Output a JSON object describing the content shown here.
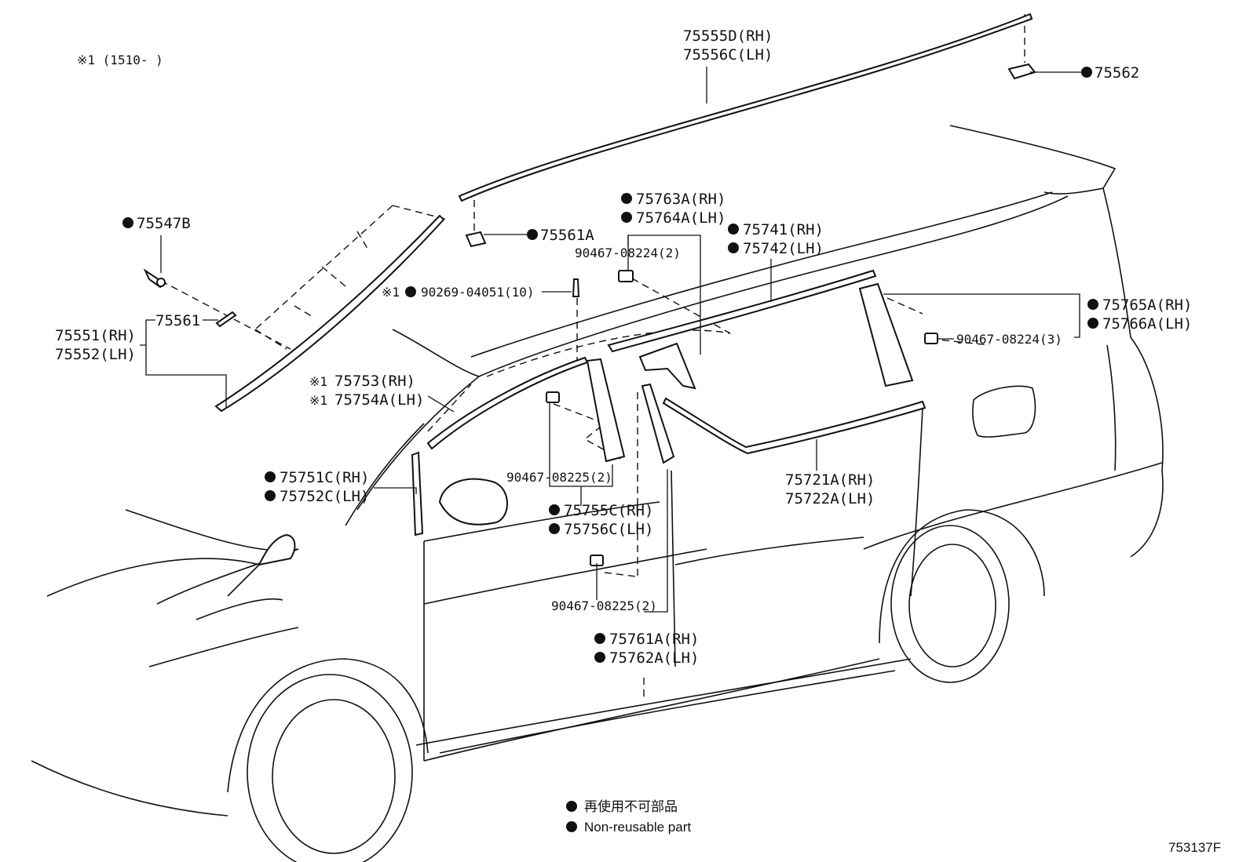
{
  "header_note": "※1 (1510-     )",
  "legend": {
    "line1": "再使用不可部品",
    "line2": "Non-reusable part"
  },
  "figure_code": "753137F",
  "labels": {
    "p75555": "75555D(RH)",
    "p75556": "75556C(LH)",
    "p75562": "75562",
    "p75547": "75547B",
    "p75561a": "75561A",
    "p75763": "75763A(RH)",
    "p75764": "75764A(LH)",
    "p90467_08224a": "90467-08224(2)",
    "p75741": "75741(RH)",
    "p75742": "75742(LH)",
    "p90269": "90269-04051(10)",
    "p75561": "75561",
    "p75551": "75551(RH)",
    "p75552": "75552(LH)",
    "p75765": "75765A(RH)",
    "p75766": "75766A(LH)",
    "p90467_08224b": "90467-08224(3)",
    "p75753": "75753(RH)",
    "p75754": "75754A(LH)",
    "p75751": "75751C(RH)",
    "p75752": "75752C(LH)",
    "p90467_08225a": "90467-08225(2)",
    "p75755": "75755C(RH)",
    "p75756": "75756C(LH)",
    "p75721": "75721A(RH)",
    "p75722": "75722A(LH)",
    "p90467_08225b": "90467-08225(2)",
    "p75761": "75761A(RH)",
    "p75762": "75762A(LH)"
  },
  "marks": {
    "ref1": "※1"
  }
}
